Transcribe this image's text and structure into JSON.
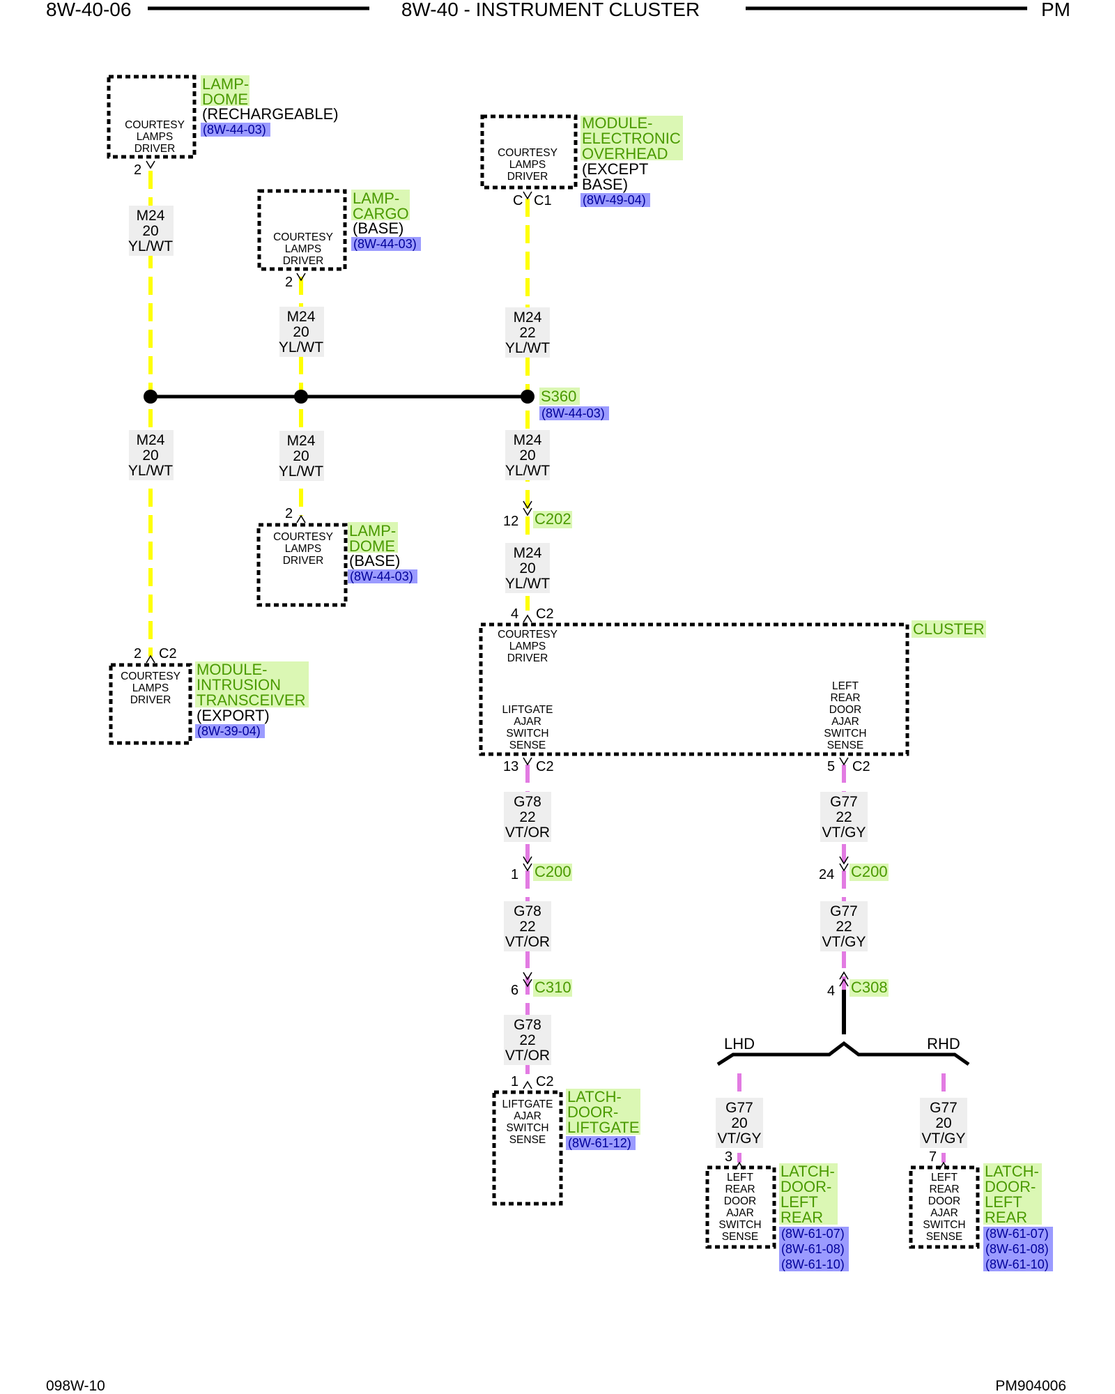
{
  "header": {
    "page_code": "8W-40-06",
    "title": "8W-40 - INSTRUMENT CLUSTER",
    "model_code": "PM"
  },
  "footer": {
    "left_code": "098W-10",
    "right_code": "PM904006"
  },
  "colors": {
    "wire_yellow": "#ffff00",
    "wire_violet": "#e27be2",
    "component_label_bg": "#dbf7b4",
    "component_label_text": "#4a9a00",
    "reference_bg": "#9b9bff",
    "reference_text": "#00009a",
    "wire_label_bg": "#eeeeee"
  },
  "components": {
    "lamp_dome_rechargeable": {
      "name_lines": [
        "LAMP-",
        "DOME"
      ],
      "note": "(RECHARGEABLE)",
      "refs": [
        "(8W-44-03)"
      ],
      "internal_lines": [
        "COURTESY",
        "LAMPS",
        "DRIVER"
      ],
      "pin": "2"
    },
    "lamp_cargo": {
      "name_lines": [
        "LAMP-",
        "CARGO"
      ],
      "note": "(BASE)",
      "refs": [
        "(8W-44-03)"
      ],
      "internal_lines": [
        "COURTESY",
        "LAMPS",
        "DRIVER"
      ],
      "pin": "2"
    },
    "module_electronic_overhead": {
      "name_lines": [
        "MODULE-",
        "ELECTRONIC",
        "OVERHEAD"
      ],
      "note_lines": [
        "(EXCEPT",
        "BASE)"
      ],
      "refs": [
        "(8W-49-04)"
      ],
      "internal_lines": [
        "COURTESY",
        "LAMPS",
        "DRIVER"
      ],
      "pin": "C",
      "connector": "C1"
    },
    "lamp_dome_base": {
      "name_lines": [
        "LAMP-",
        "DOME"
      ],
      "note": "(BASE)",
      "refs": [
        "(8W-44-03)"
      ],
      "internal_lines": [
        "COURTESY",
        "LAMPS",
        "DRIVER"
      ],
      "pin": "2"
    },
    "module_intrusion_transceiver": {
      "name_lines": [
        "MODULE-",
        "INTRUSION",
        "TRANSCEIVER"
      ],
      "note": "(EXPORT)",
      "refs": [
        "(8W-39-04)"
      ],
      "internal_lines": [
        "COURTESY",
        "LAMPS",
        "DRIVER"
      ],
      "pin": "2",
      "connector": "C2"
    },
    "cluster": {
      "name": "CLUSTER",
      "internal_top_lines": [
        "COURTESY",
        "LAMPS",
        "DRIVER"
      ],
      "internal_left_lines": [
        "LIFTGATE",
        "AJAR",
        "SWITCH",
        "SENSE"
      ],
      "internal_right_lines": [
        "LEFT",
        "REAR",
        "DOOR",
        "AJAR",
        "SWITCH",
        "SENSE"
      ],
      "pin_top": "4",
      "pin_top_connector": "C2",
      "pin_left": "13",
      "pin_left_connector": "C2",
      "pin_right": "5",
      "pin_right_connector": "C2"
    },
    "latch_door_liftgate": {
      "name_lines": [
        "LATCH-",
        "DOOR-",
        "LIFTGATE"
      ],
      "refs": [
        "(8W-61-12)"
      ],
      "internal_lines": [
        "LIFTGATE",
        "AJAR",
        "SWITCH",
        "SENSE"
      ],
      "pin": "1",
      "connector": "C2"
    },
    "latch_door_left_rear_lhd": {
      "name_lines": [
        "LATCH-",
        "DOOR-",
        "LEFT",
        "REAR"
      ],
      "refs": [
        "(8W-61-07)",
        "(8W-61-08)",
        "(8W-61-10)"
      ],
      "internal_lines": [
        "LEFT",
        "REAR",
        "DOOR",
        "AJAR",
        "SWITCH",
        "SENSE"
      ],
      "pin": "3"
    },
    "latch_door_left_rear_rhd": {
      "name_lines": [
        "LATCH-",
        "DOOR-",
        "LEFT",
        "REAR"
      ],
      "refs": [
        "(8W-61-07)",
        "(8W-61-08)",
        "(8W-61-10)"
      ],
      "internal_lines": [
        "LEFT",
        "REAR",
        "DOOR",
        "AJAR",
        "SWITCH",
        "SENSE"
      ],
      "pin": "7"
    }
  },
  "splice": {
    "name": "S360",
    "ref": "(8W-44-03)"
  },
  "inline_connectors": {
    "c202": {
      "name": "C202",
      "pin": "12"
    },
    "c200_left": {
      "name": "C200",
      "pin": "1"
    },
    "c310": {
      "name": "C310",
      "pin": "6"
    },
    "c200_right": {
      "name": "C200",
      "pin": "24"
    },
    "c308": {
      "name": "C308",
      "pin": "4"
    }
  },
  "variants": {
    "lhd": "LHD",
    "rhd": "RHD"
  },
  "wires": {
    "w1": {
      "circuit": "M24",
      "gauge": "20",
      "color": "YL/WT"
    },
    "w2": {
      "circuit": "M24",
      "gauge": "20",
      "color": "YL/WT"
    },
    "w3": {
      "circuit": "M24",
      "gauge": "22",
      "color": "YL/WT"
    },
    "w4": {
      "circuit": "M24",
      "gauge": "20",
      "color": "YL/WT"
    },
    "w5": {
      "circuit": "M24",
      "gauge": "20",
      "color": "YL/WT"
    },
    "w6": {
      "circuit": "M24",
      "gauge": "20",
      "color": "YL/WT"
    },
    "w7": {
      "circuit": "M24",
      "gauge": "20",
      "color": "YL/WT"
    },
    "w8": {
      "circuit": "G78",
      "gauge": "22",
      "color": "VT/OR"
    },
    "w9": {
      "circuit": "G78",
      "gauge": "22",
      "color": "VT/OR"
    },
    "w10": {
      "circuit": "G78",
      "gauge": "22",
      "color": "VT/OR"
    },
    "w11": {
      "circuit": "G77",
      "gauge": "22",
      "color": "VT/GY"
    },
    "w12": {
      "circuit": "G77",
      "gauge": "22",
      "color": "VT/GY"
    },
    "w13": {
      "circuit": "G77",
      "gauge": "20",
      "color": "VT/GY"
    },
    "w14": {
      "circuit": "G77",
      "gauge": "20",
      "color": "VT/GY"
    }
  }
}
